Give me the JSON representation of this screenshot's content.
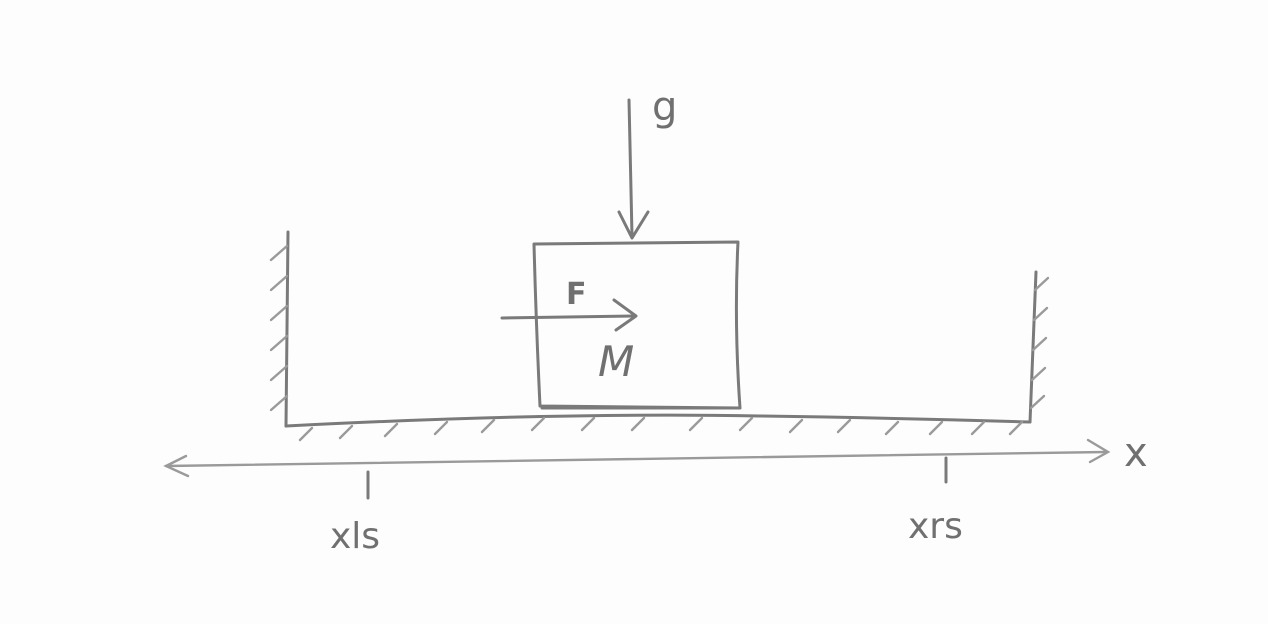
{
  "diagram": {
    "labels": {
      "gravity": "g",
      "force": "F",
      "mass": "M",
      "axis": "x",
      "left_stop": "xls",
      "right_stop": "xrs"
    },
    "colors": {
      "pencil": "#7a7a7a",
      "pencil_light": "#9a9a9a",
      "background": "#fdfdfd"
    }
  }
}
